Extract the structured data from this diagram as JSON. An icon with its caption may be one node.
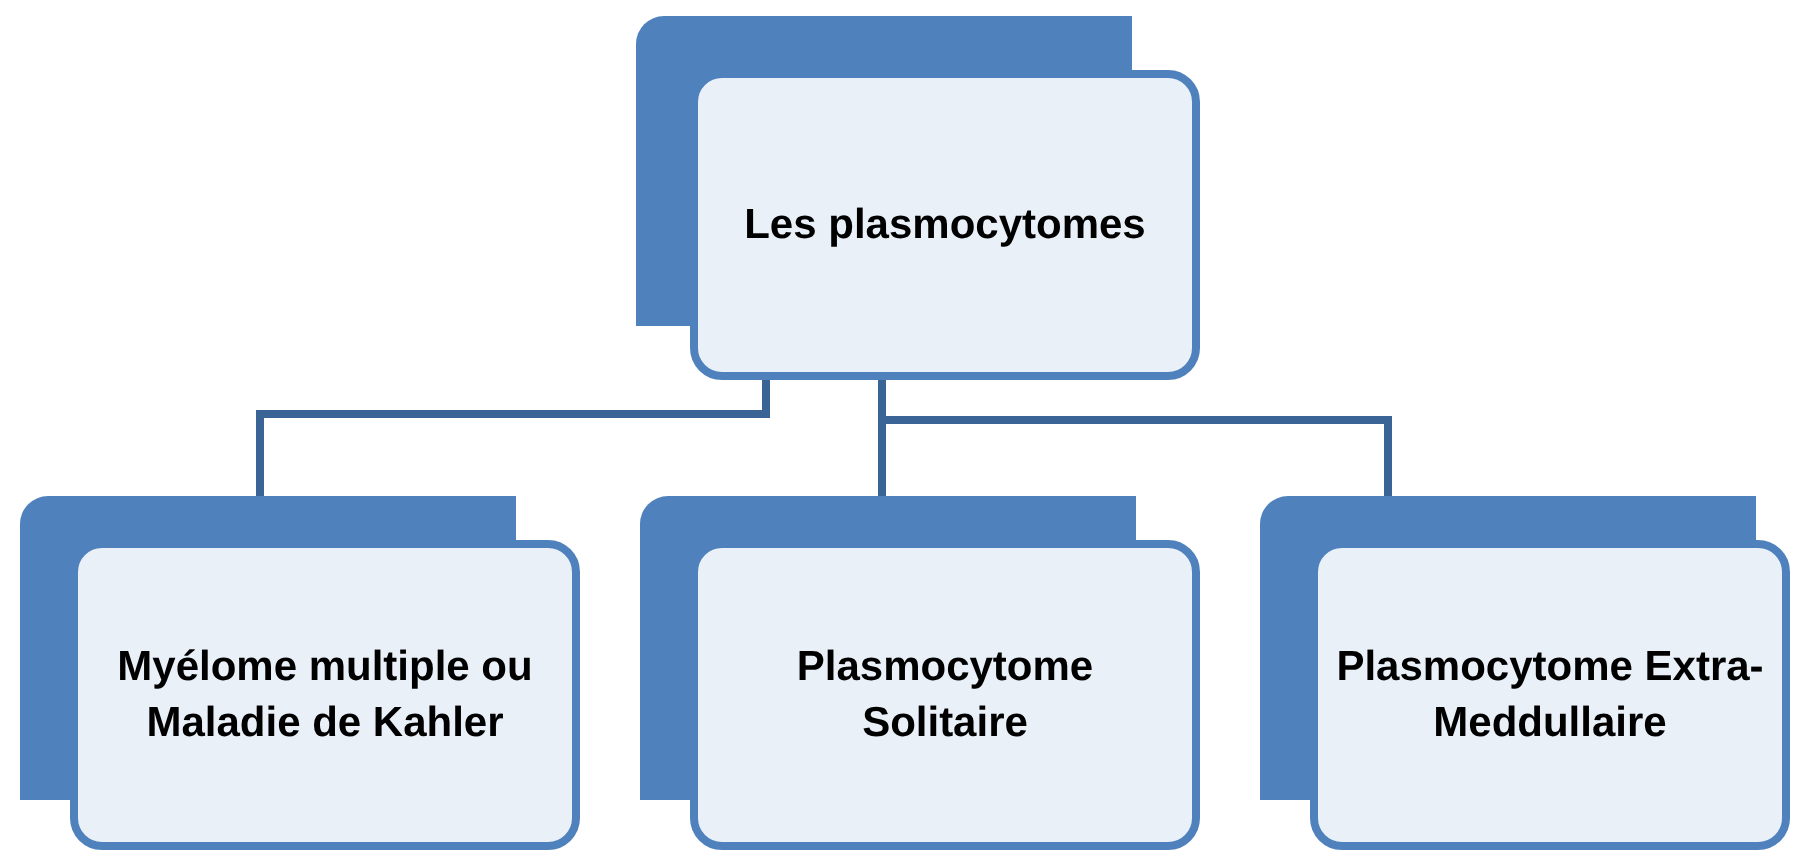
{
  "diagram": {
    "nodes": [
      {
        "text": [
          "Les plasmocytomes"
        ]
      },
      {
        "text": [
          "Myélome multiple ou Maladie de Kahler"
        ]
      },
      {
        "text": [
          "Plasmocytome Solitaire"
        ]
      },
      {
        "text": [
          "Plasmocytome Extra-Meddullaire"
        ]
      }
    ],
    "edges": [
      {
        "from": 0,
        "to": 1,
        "arrow": "none"
      },
      {
        "from": 0,
        "to": 2,
        "arrow": "none"
      },
      {
        "from": 0,
        "to": 3,
        "arrow": "none"
      }
    ]
  }
}
